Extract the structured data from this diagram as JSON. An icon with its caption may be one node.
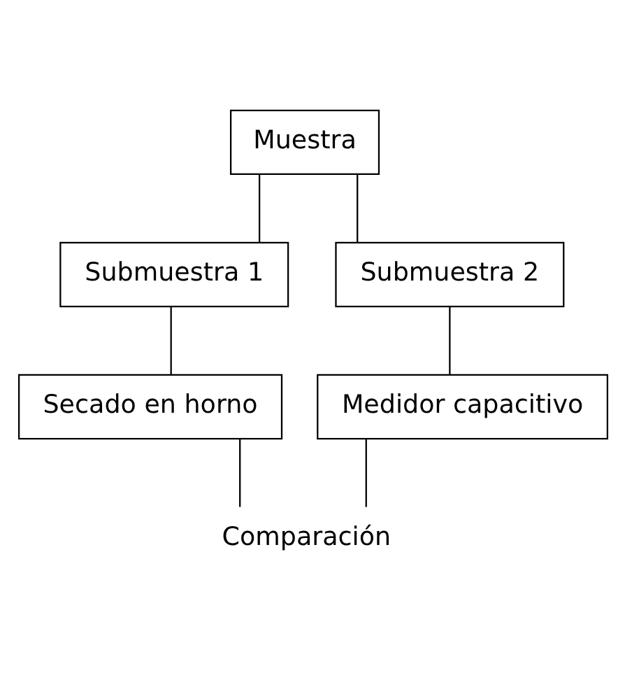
{
  "diagram": {
    "nodes": [
      {
        "text": [
          "Muestra"
        ]
      },
      {
        "text": [
          "Submuestra 1"
        ]
      },
      {
        "text": [
          "Submuestra 2"
        ]
      },
      {
        "text": [
          "Secado en horno"
        ]
      },
      {
        "text": [
          "Medidor capacitivo"
        ]
      },
      {
        "text": [
          "Comparación"
        ]
      }
    ],
    "edges": [
      {
        "from": 0,
        "to": 1,
        "arrow": "none"
      },
      {
        "from": 0,
        "to": 2,
        "arrow": "none"
      },
      {
        "from": 1,
        "to": 3,
        "arrow": "none"
      },
      {
        "from": 2,
        "to": 4,
        "arrow": "none"
      },
      {
        "from": 3,
        "to": 5,
        "arrow": "none"
      },
      {
        "from": 4,
        "to": 5,
        "arrow": "none"
      }
    ]
  }
}
